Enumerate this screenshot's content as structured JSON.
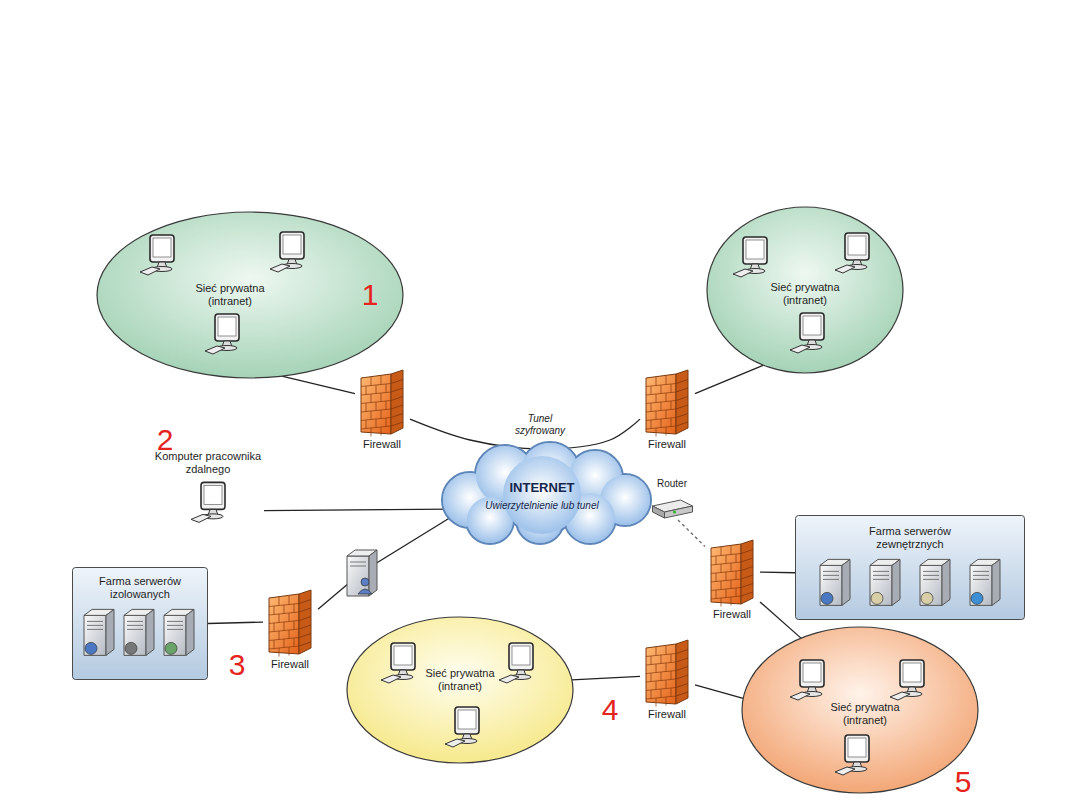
{
  "diagram": {
    "nodes": [
      {
        "text": [
          "Sieć prywatna (intranet)"
        ]
      },
      {
        "text": [
          "Sieć prywatna (intranet)"
        ]
      },
      {
        "text": [
          "Firewall"
        ]
      },
      {
        "text": [
          "Firewall"
        ]
      },
      {
        "text": [
          "Komputer pracownika zdalnego"
        ]
      },
      {
        "text": [
          "INTERNET",
          "Uwierzytelnienie lub tunel"
        ]
      },
      {
        "text": [
          "Router"
        ]
      },
      {
        "text": [
          "Farma serwerów zewnętrznych"
        ]
      },
      {
        "text": [
          "Firewall"
        ]
      },
      {
        "text": [
          "Farma serwerów izolowanych"
        ]
      },
      {
        "text": [
          "Firewall"
        ]
      },
      {
        "text": [
          "Sieć prywatna (intranet)"
        ]
      },
      {
        "text": [
          "Firewall"
        ]
      },
      {
        "text": [
          "Sieć prywatna (intranet)"
        ]
      }
    ],
    "edges": [
      {
        "from": 0,
        "to": 2,
        "arrow": "none"
      },
      {
        "from": 2,
        "to": 3,
        "label": "Tunel szyfrowany",
        "arrow": "none"
      },
      {
        "from": 3,
        "to": 1,
        "arrow": "none"
      },
      {
        "from": 4,
        "to": 6,
        "arrow": "none"
      },
      {
        "from": 5,
        "to": 10,
        "arrow": "none"
      },
      {
        "from": 10,
        "to": 9,
        "arrow": "none"
      },
      {
        "from": 6,
        "to": 8,
        "arrow": "none"
      },
      {
        "from": 8,
        "to": 7,
        "arrow": "none"
      },
      {
        "from": 8,
        "to": 13,
        "arrow": "none"
      },
      {
        "from": 11,
        "to": 12,
        "arrow": "none"
      },
      {
        "from": 12,
        "to": 13,
        "arrow": "none"
      }
    ],
    "labels": [
      "1",
      "2",
      "3",
      "4",
      "5"
    ]
  }
}
